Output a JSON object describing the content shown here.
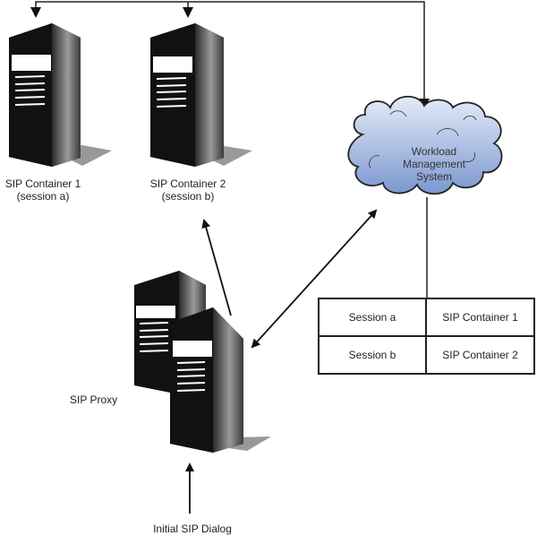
{
  "nodes": {
    "container1": {
      "name": "SIP Container 1",
      "sub": "(session a)"
    },
    "container2": {
      "name": "SIP Container 2",
      "sub": "(session b)"
    },
    "proxy": {
      "name": "SIP Proxy"
    },
    "wlm": {
      "line1": "Workload",
      "line2": "Management",
      "line3": "System"
    },
    "input": {
      "label": "Initial SIP Dialog"
    }
  },
  "session_table": {
    "rows": [
      {
        "session": "Session a",
        "container": "SIP Container 1"
      },
      {
        "session": "Session b",
        "container": "SIP Container 2"
      }
    ]
  },
  "colors": {
    "cloud_top": "#dfe7f7",
    "cloud_bottom": "#7f9ad0",
    "server_face": "#111111",
    "shadow": "#888888"
  }
}
